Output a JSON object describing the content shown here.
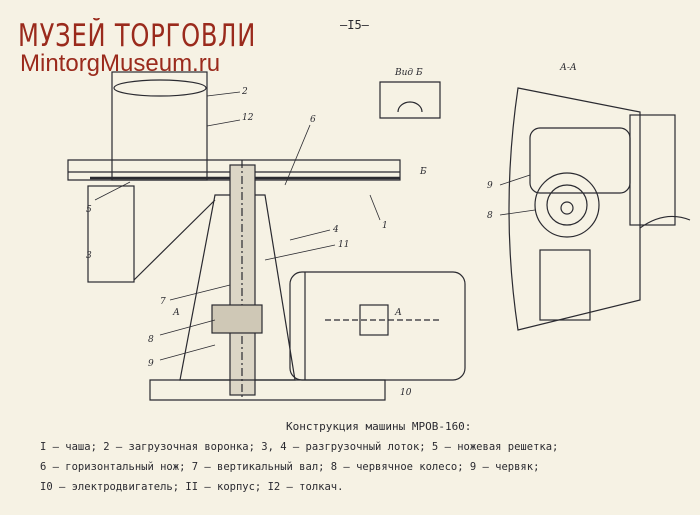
{
  "watermark": {
    "line1": "МУЗЕЙ ТОРГОВЛИ",
    "line2": "MintorgMuseum.ru"
  },
  "page_number": "–I5–",
  "figure": {
    "view_b": "Вид Б",
    "section": "А-А",
    "labels": {
      "l2": "2",
      "l12": "12",
      "l6": "6",
      "lB": "Б",
      "l1": "1",
      "l5": "5",
      "l3": "3",
      "l4": "4",
      "l11": "11",
      "l7": "7",
      "lA1": "А",
      "lA2": "А",
      "l8": "8",
      "l9": "9",
      "l10": "10",
      "r9": "9",
      "r8": "8"
    }
  },
  "caption": {
    "title": "Конструкция машины МРОВ-160:",
    "lines": [
      "I – чаша; 2 – загрузочная воронка; 3, 4 – разгрузочный лоток; 5 – ножевая решетка;",
      "6 – горизонтальный нож; 7 – вертикальный вал; 8 – червячное колесо; 9 – червяк;",
      "I0 – электродвигатель; II – корпус; I2 – толкач."
    ]
  }
}
